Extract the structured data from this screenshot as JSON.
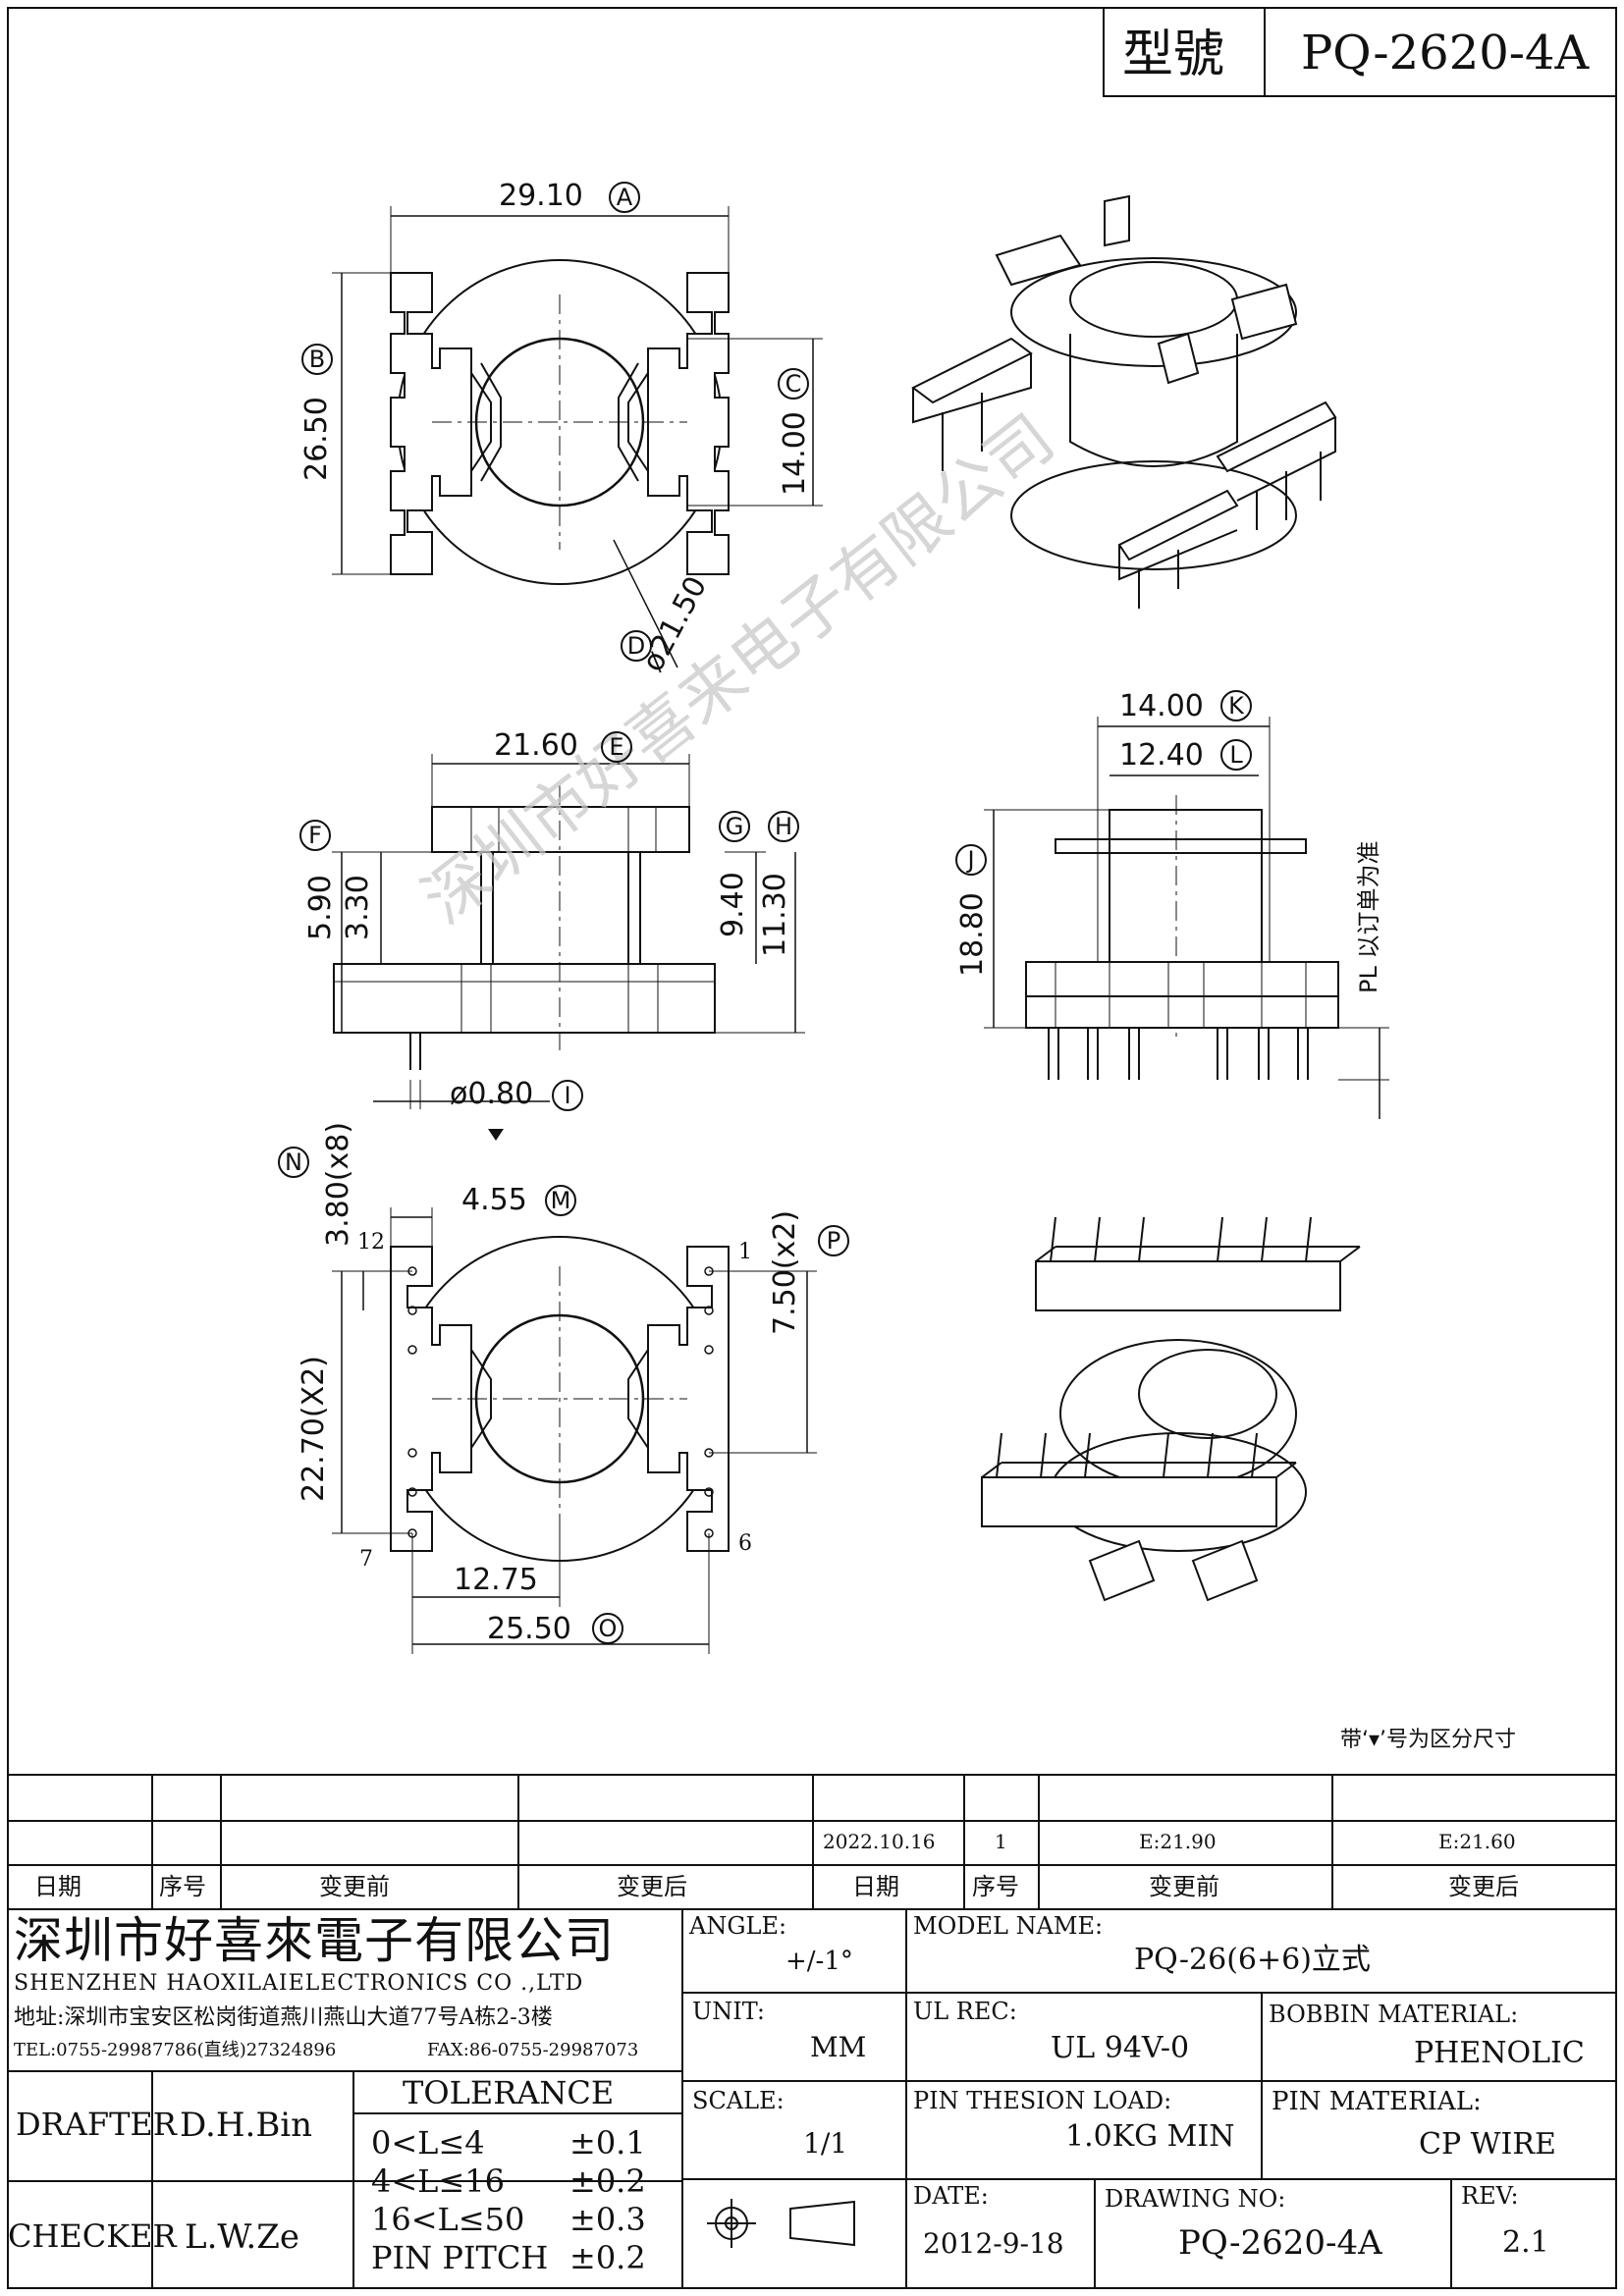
{
  "header": {
    "model_label": "型號",
    "model_value": "PQ-2620-4A"
  },
  "dimensions": {
    "A": "29.10",
    "B": "26.50",
    "C": "14.00",
    "D": "ø21.50",
    "E": "21.60",
    "F": "5.90",
    "F2": "3.30",
    "G": "9.40",
    "H": "11.30",
    "I": "ø0.80",
    "K": "14.00",
    "L": "12.40",
    "J": "18.80",
    "M": "4.55",
    "N": "3.80(x8)",
    "O": "25.50",
    "P": "7.50(x2)",
    "Q": "22.70(X2)",
    "R": "12.75"
  },
  "callouts": {
    "A": "A",
    "B": "B",
    "C": "C",
    "D": "D",
    "E": "E",
    "F": "F",
    "G": "G",
    "H": "H",
    "I": "I",
    "J": "J",
    "K": "K",
    "L": "L",
    "M": "M",
    "N": "N",
    "O": "O",
    "P": "P"
  },
  "pins": {
    "p1": "1",
    "p6": "6",
    "p7": "7",
    "p12": "12"
  },
  "side_note": "PL 以订单为准",
  "mark_note": "带‘▾’号为区分尺寸",
  "watermark": "深圳市好喜来电子有限公司",
  "revision_table": {
    "row": [
      "2022.10.16",
      "1",
      "E:21.90",
      "E:21.60"
    ],
    "headers": [
      "日期",
      "序号",
      "变更前",
      "变更后",
      "日期",
      "序号",
      "变更前",
      "变更后"
    ]
  },
  "company": {
    "name_cn": "深圳市好喜來電子有限公司",
    "name_en": "SHENZHEN HAOXILAIELECTRONICS CO .,LTD",
    "address": "地址:深圳市宝安区松岗街道燕川燕山大道77号A栋2-3楼",
    "tel": "TEL:0755-29987786(直线)27324896",
    "fax": "FAX:86-0755-29987073"
  },
  "title_block": {
    "angle_label": "ANGLE:",
    "angle_value": "+/-1°",
    "unit_label": "UNIT:",
    "unit_value": "MM",
    "scale_label": "SCALE:",
    "scale_value": "1/1",
    "model_name_label": "MODEL NAME:",
    "model_name_value": "PQ-26(6+6)立式",
    "ul_label": "UL REC:",
    "ul_value": "UL 94V-0",
    "bobbin_label": "BOBBIN MATERIAL:",
    "bobbin_value": "PHENOLIC",
    "pin_load_label": "PIN THESION LOAD:",
    "pin_load_value": "1.0KG MIN",
    "pin_mat_label": "PIN MATERIAL:",
    "pin_mat_value": "CP  WIRE",
    "date_label": "DATE:",
    "date_value": "2012-9-18",
    "drawing_label": "DRAWING NO:",
    "drawing_value": "PQ-2620-4A",
    "rev_label": "REV:",
    "rev_value": "2.1",
    "drafter_label": "DRAFTER",
    "drafter_value": "D.H.Bin",
    "checker_label": "CHECKER",
    "checker_value": "L.W.Ze",
    "tolerance_title": "TOLERANCE",
    "tolerance": [
      {
        "range": "0<L≤4",
        "value": "±0.1"
      },
      {
        "range": "4<L≤16",
        "value": "±0.2"
      },
      {
        "range": "16<L≤50",
        "value": "±0.3"
      },
      {
        "range": "PIN PITCH",
        "value": "±0.2"
      }
    ]
  }
}
